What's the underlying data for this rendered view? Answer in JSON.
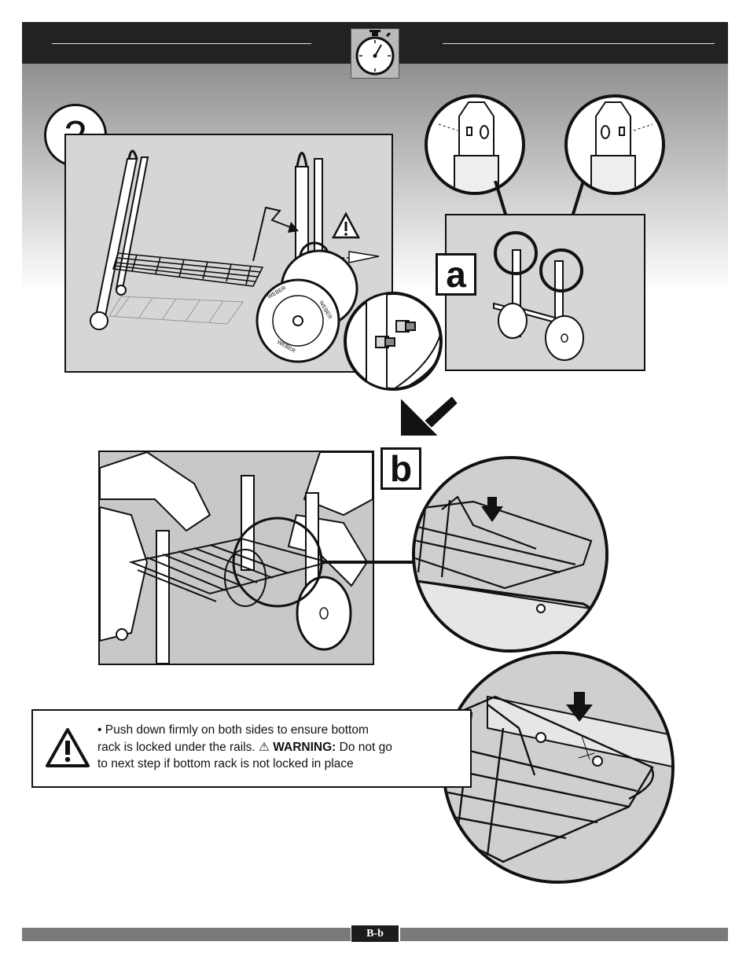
{
  "step": {
    "number": "2"
  },
  "labels": {
    "a": "a",
    "b": "b"
  },
  "wheel": {
    "brand_top": "WEBER",
    "brand_right": "WEBER",
    "brand_bottom": "WEBER"
  },
  "warning": {
    "line1": "• Push down firmly on both sides to ensure bottom",
    "line2_pre": "rack is locked under the rails. ",
    "symbol": "⚠",
    "bold": " WARNING:",
    "line2_post": " Do not go",
    "line3": "to next step if bottom rack is not locked in place"
  },
  "footer": {
    "page": "B-b"
  },
  "icons": [
    "stopwatch-icon",
    "warning-triangle-icon",
    "arrow-down-icon"
  ],
  "colors": {
    "header": "#222222",
    "footer": "#7a7a7a",
    "panel": "#d6d6d6"
  }
}
